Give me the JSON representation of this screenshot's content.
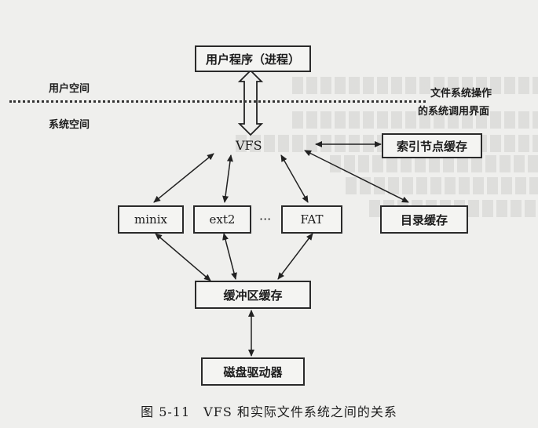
{
  "diagram": {
    "user_program": "用户程序（进程）",
    "user_space": "用户空间",
    "system_space": "系统空间",
    "syscall_interface_line1": "文件系统操作",
    "syscall_interface_line2": "的系统调用界面",
    "vfs": "VFS",
    "inode_cache": "索引节点缓存",
    "minix": "minix",
    "ext2": "ext2",
    "ellipsis": "···",
    "fat": "FAT",
    "dir_cache": "目录缓存",
    "buffer_cache": "缓冲区缓存",
    "disk_driver": "磁盘驱动器"
  },
  "caption": "图 5-11　VFS 和实际文件系统之间的关系"
}
